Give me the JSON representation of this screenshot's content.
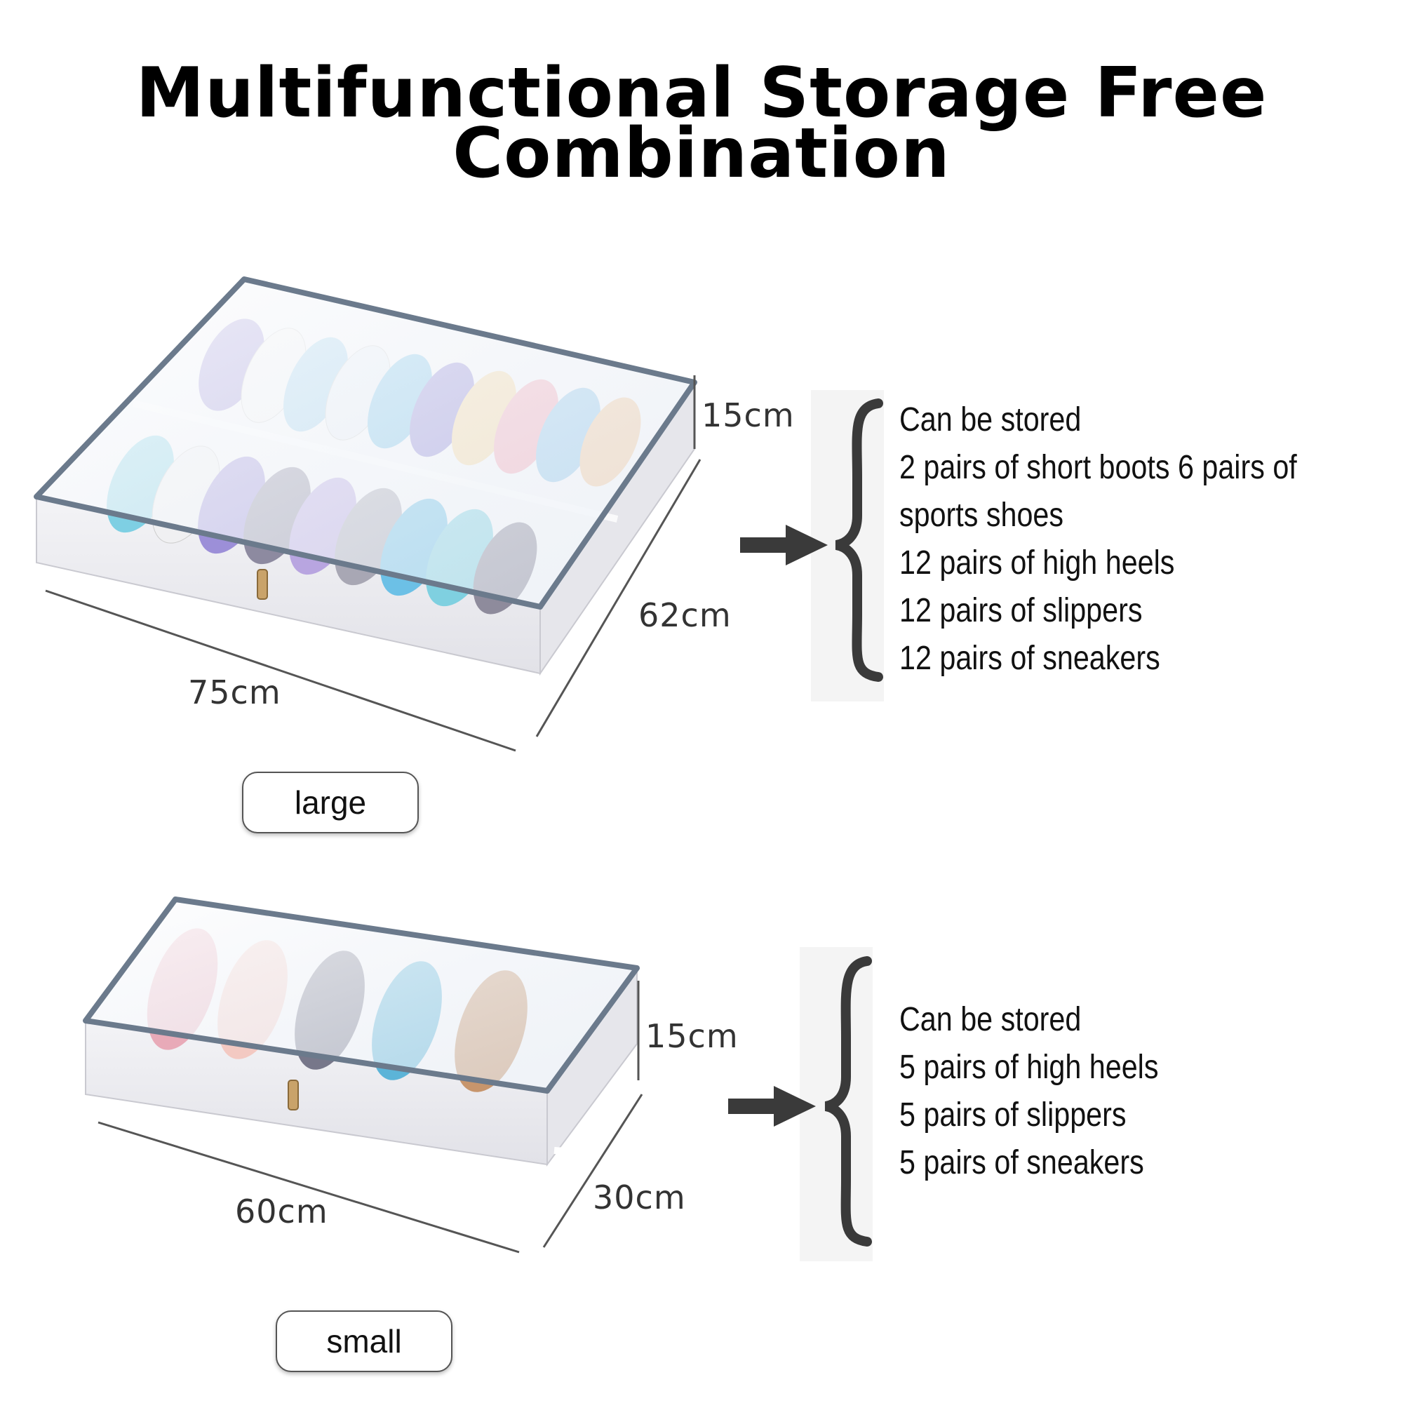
{
  "title": {
    "line1": "Multifunctional Storage Free",
    "line2": "Combination"
  },
  "large": {
    "tag_label": "large",
    "dimensions": {
      "height": "15cm",
      "depth": "62cm",
      "width": "75cm"
    },
    "capacity_lines": [
      "Can be stored",
      "2 pairs of short boots 6 pairs of",
      "sports shoes",
      "12 pairs of high heels",
      "12 pairs of slippers",
      "12 pairs of sneakers"
    ]
  },
  "small": {
    "tag_label": "small",
    "dimensions": {
      "height": "15cm",
      "depth": "30cm",
      "width": "60cm"
    },
    "capacity_lines": [
      "Can be stored",
      "5 pairs of high heels",
      "5 pairs of slippers",
      "5 pairs of sneakers"
    ]
  },
  "icons": {
    "arrow": "right-arrow-icon",
    "brace": "left-curly-brace-icon"
  },
  "colors": {
    "zipper_trim": "#6b7a8c",
    "box_fabric": "#eeeef2",
    "brace": "#3a3a3a",
    "arrow": "#3a3a3a"
  }
}
